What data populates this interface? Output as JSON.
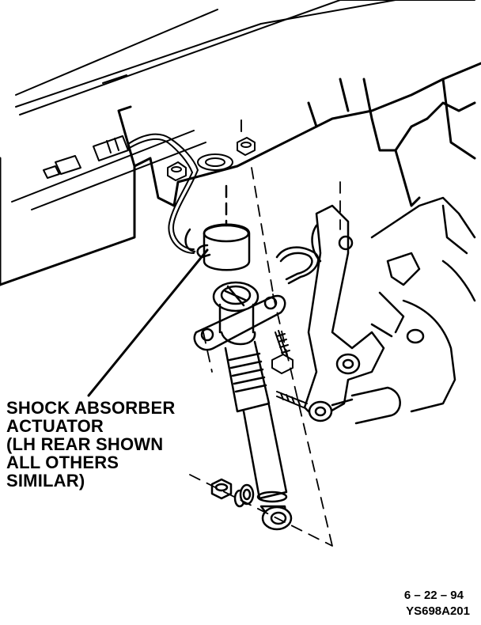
{
  "callout": {
    "lines": [
      "SHOCK ABSORBER",
      "ACTUATOR",
      "(LH REAR SHOWN",
      "ALL OTHERS",
      "SIMILAR)"
    ]
  },
  "footer": {
    "date": "6 – 22 – 94",
    "ref_code": "YS698A201"
  },
  "colors": {
    "ink": "#000000",
    "paper": "#ffffff"
  }
}
